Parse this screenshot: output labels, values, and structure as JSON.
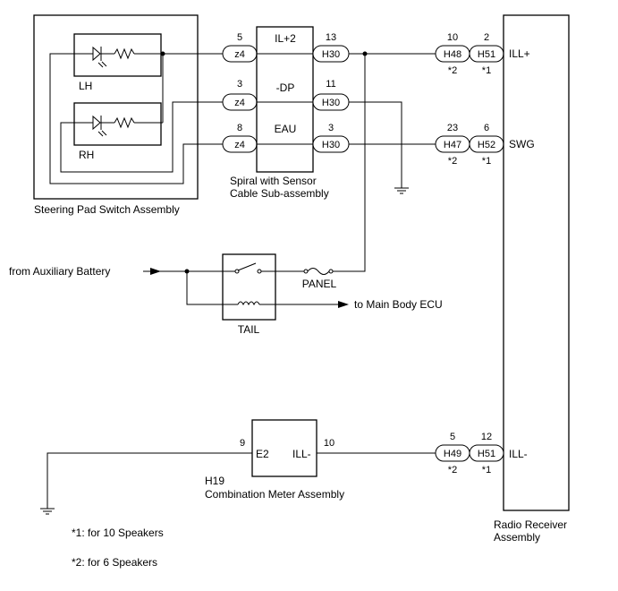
{
  "steering": {
    "title": "Steering Pad Switch Assembly",
    "lh": "LH",
    "rh": "RH"
  },
  "spiral": {
    "title_line1": "Spiral with Sensor",
    "title_line2": "Cable Sub-assembly",
    "sig_il": "IL+2",
    "sig_dp": "-DP",
    "sig_eau": "EAU"
  },
  "connectors": {
    "z4": "z4",
    "h30": "H30",
    "h48": "H48",
    "h51": "H51",
    "h47": "H47",
    "h52": "H52",
    "h49": "H49",
    "h19": "H19"
  },
  "pins": {
    "z4_il": "5",
    "z4_dp": "3",
    "z4_eau": "8",
    "h30_il": "13",
    "h30_dp": "11",
    "h30_eau": "3",
    "h48": "10",
    "h51_top": "2",
    "h47": "23",
    "h52": "6",
    "h49": "5",
    "h51_bot": "12",
    "meter_e2": "9",
    "meter_ill": "10"
  },
  "radio": {
    "title_line1": "Radio Receiver",
    "title_line2": "Assembly",
    "ill_plus": "ILL+",
    "swg": "SWG",
    "ill_minus": "ILL-"
  },
  "power": {
    "from_aux": "from Auxiliary Battery",
    "panel": "PANEL",
    "tail": "TAIL",
    "to_ecu": "to Main Body ECU"
  },
  "meter": {
    "connector": "H19",
    "title": "Combination Meter Assembly",
    "e2": "E2",
    "ill": "ILL-"
  },
  "marks": {
    "star1": "*1",
    "star2": "*2"
  },
  "notes": {
    "note1": "*1: for 10 Speakers",
    "note2": "*2: for 6 Speakers"
  }
}
